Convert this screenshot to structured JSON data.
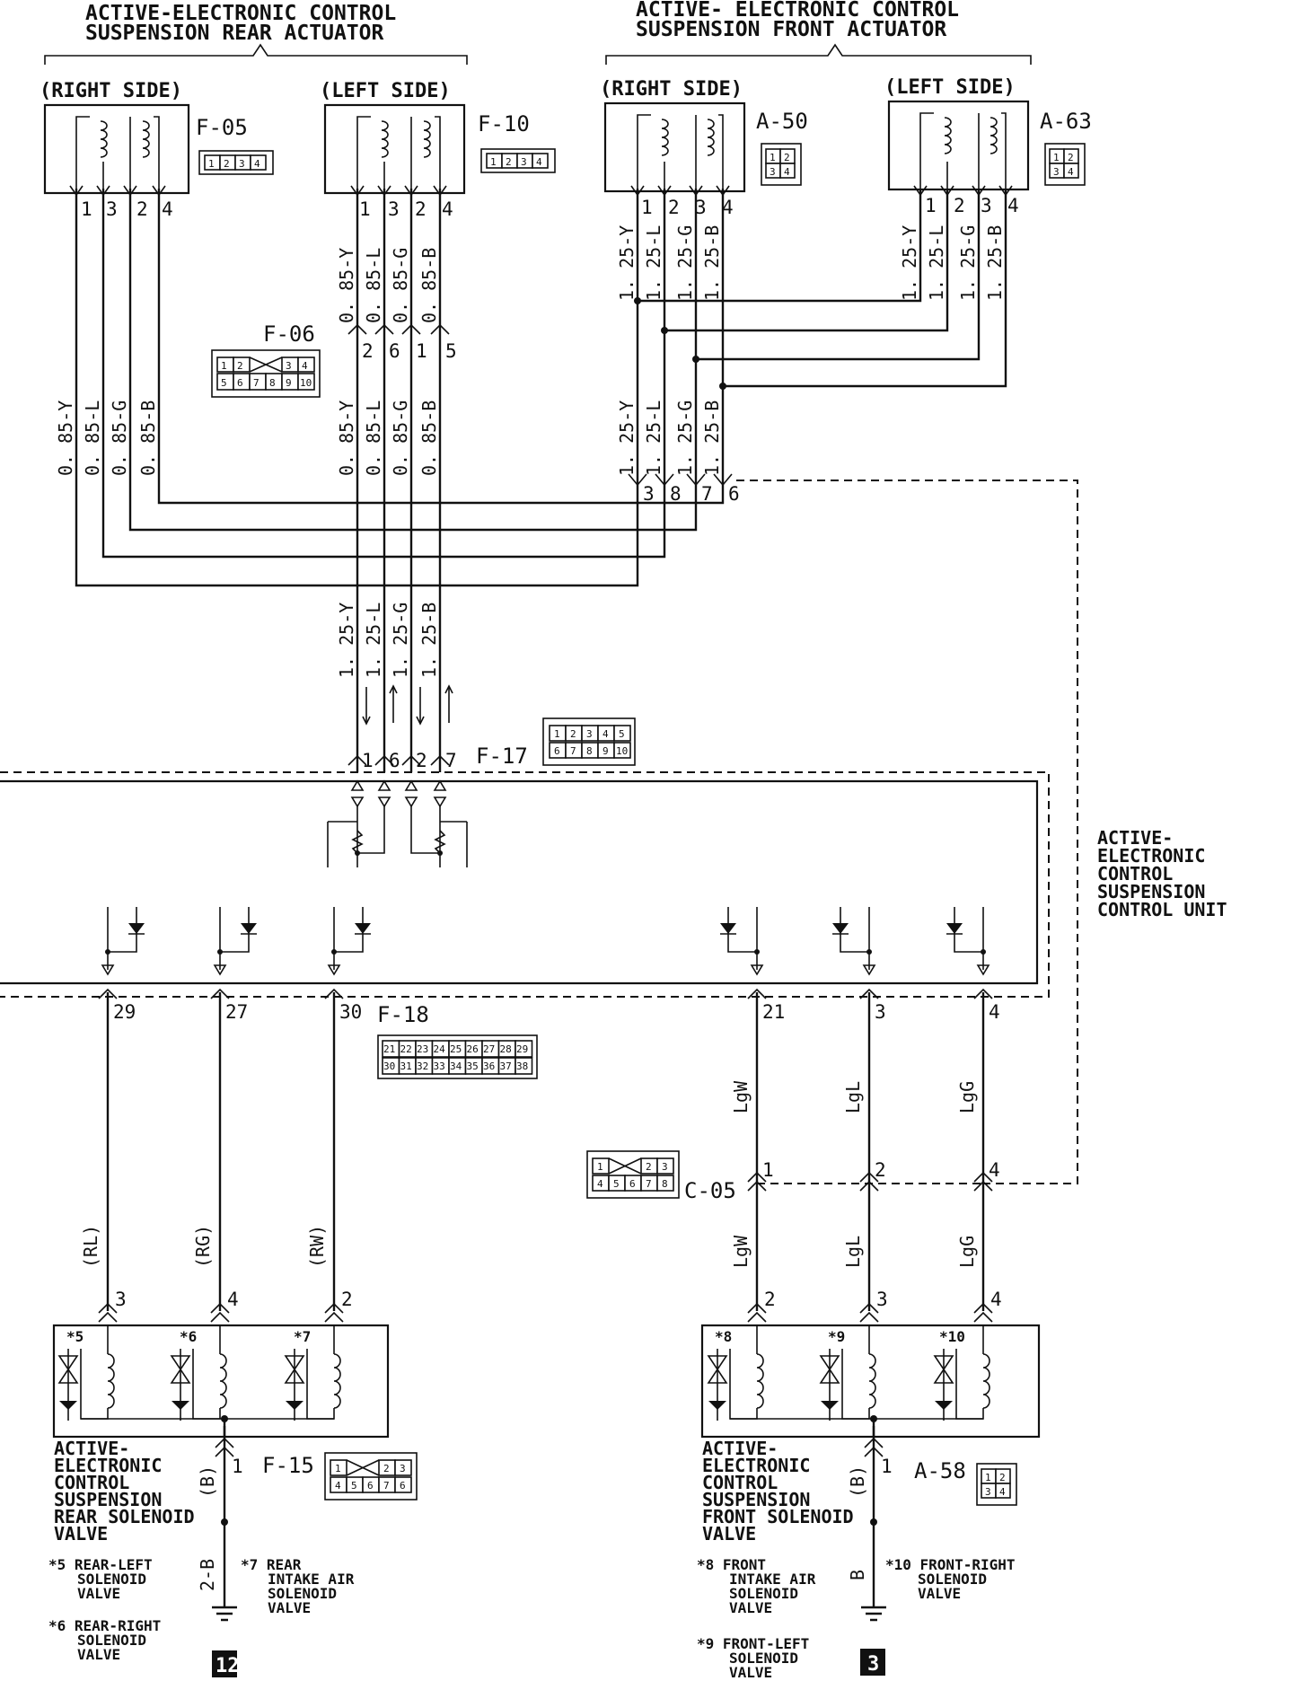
{
  "rear_actuator": {
    "title_1": "ACTIVE-ELECTRONIC CONTROL",
    "title_2": "SUSPENSION REAR ACTUATOR",
    "right": {
      "side": "(RIGHT SIDE)",
      "connector": "F-05",
      "pins": [
        "1",
        "3",
        "2",
        "4"
      ]
    },
    "left": {
      "side": "(LEFT SIDE)",
      "connector": "F-10",
      "pins": [
        "1",
        "3",
        "2",
        "4"
      ]
    }
  },
  "front_actuator": {
    "title_1": "ACTIVE- ELECTRONIC CONTROL",
    "title_2": "SUSPENSION FRONT ACTUATOR",
    "right": {
      "side": "(RIGHT SIDE)",
      "connector": "A-50",
      "pins": [
        "1",
        "2",
        "3",
        "4"
      ]
    },
    "left": {
      "side": "(LEFT SIDE)",
      "connector": "A-63",
      "pins": [
        "1",
        "2",
        "3",
        "4"
      ]
    }
  },
  "connector_faces": {
    "four_row": [
      "1",
      "2",
      "3",
      "4"
    ],
    "quad": [
      "1",
      "2",
      "3",
      "4"
    ],
    "f06_top": [
      "1",
      "2",
      "3",
      "4"
    ],
    "f06_bottom": [
      "5",
      "6",
      "7",
      "8",
      "9",
      "10"
    ],
    "f17_top": [
      "1",
      "2",
      "3",
      "4",
      "5"
    ],
    "f17_bottom": [
      "6",
      "7",
      "8",
      "9",
      "10"
    ],
    "f18_top": [
      "21",
      "22",
      "23",
      "24",
      "25",
      "26",
      "27",
      "28",
      "29"
    ],
    "f18_bottom": [
      "30",
      "31",
      "32",
      "33",
      "34",
      "35",
      "36",
      "37",
      "38"
    ],
    "c05_top": [
      "1",
      "2",
      "3"
    ],
    "c05_bottom": [
      "4",
      "5",
      "6",
      "7",
      "8"
    ],
    "f15_top": [
      "1",
      "2",
      "3"
    ],
    "f15_bottom": [
      "4",
      "5",
      "6",
      "7",
      "6"
    ]
  },
  "wires": {
    "rear_right": [
      "0. 85-Y",
      "0. 85-L",
      "0. 85-G",
      "0. 85-B"
    ],
    "rear_left_upper": [
      "0. 85-Y",
      "0. 85-L",
      "0. 85-G",
      "0. 85-B"
    ],
    "rear_left_lower": [
      "0. 85-Y",
      "0. 85-L",
      "0. 85-G",
      "0. 85-B"
    ],
    "front_right_upper": [
      "1. 25-Y",
      "1. 25-L",
      "1. 25-G",
      "1. 25-B"
    ],
    "front_left": [
      "1. 25-Y",
      "1. 25-L",
      "1. 25-G",
      "1. 25-B"
    ],
    "front_merged": [
      "1. 25-Y",
      "1. 25-L",
      "1. 25-G",
      "1. 25-B"
    ],
    "to_f17": [
      "1. 25-Y",
      "1. 25-L",
      "1. 25-G",
      "1. 25-B"
    ]
  },
  "f06": {
    "connector": "F-06",
    "pins": [
      "2",
      "6",
      "1",
      "5"
    ]
  },
  "junction_pins": [
    "3",
    "8",
    "7",
    "6"
  ],
  "f17": {
    "connector": "F-17",
    "pins": [
      "1",
      "6",
      "2",
      "7"
    ]
  },
  "control_unit": [
    "ACTIVE-",
    "ELECTRONIC",
    "CONTROL",
    "SUSPENSION",
    "CONTROL UNIT"
  ],
  "f18": {
    "connector": "F-18",
    "rear_pins": [
      "29",
      "27",
      "30"
    ],
    "front_pins": [
      "21",
      "3",
      "4"
    ]
  },
  "front_wire_colors_upper": [
    "LgW",
    "LgL",
    "LgG"
  ],
  "front_wire_colors_lower": [
    "LgW",
    "LgL",
    "LgG"
  ],
  "c05": {
    "connector": "C-05",
    "pins": [
      "1",
      "2",
      "4"
    ]
  },
  "rear_valve_colors": [
    "(RL)",
    "(RG)",
    "(RW)"
  ],
  "rear_valve_pins": [
    "3",
    "4",
    "2"
  ],
  "front_valve_pins": [
    "2",
    "3",
    "4"
  ],
  "rear_valve_marks": [
    "*5",
    "*6",
    "*7"
  ],
  "front_valve_marks": [
    "*8",
    "*9",
    "*10"
  ],
  "rear_solenoid": {
    "title": [
      "ACTIVE-",
      "ELECTRONIC",
      "CONTROL",
      "SUSPENSION",
      "REAR SOLENOID",
      "VALVE"
    ],
    "pin": "1",
    "connector": "F-15",
    "color": "(B)",
    "wire": "2-B",
    "ground": "12",
    "note5": [
      "*5 REAR-LEFT",
      "SOLENOID",
      "VALVE"
    ],
    "note6": [
      "*6 REAR-RIGHT",
      "SOLENOID",
      "VALVE"
    ],
    "note7": [
      "*7 REAR",
      "INTAKE AIR",
      "SOLENOID",
      "VALVE"
    ]
  },
  "front_solenoid": {
    "title": [
      "ACTIVE-",
      "ELECTRONIC",
      "CONTROL",
      "SUSPENSION",
      "FRONT SOLENOID",
      "VALVE"
    ],
    "pin": "1",
    "connector": "A-58",
    "color": "(B)",
    "wire": "B",
    "ground": "3",
    "note8": [
      "*8 FRONT",
      "INTAKE AIR",
      "SOLENOID",
      "VALVE"
    ],
    "note9": [
      "*9 FRONT-LEFT",
      "SOLENOID",
      "VALVE"
    ],
    "note10": [
      "*10 FRONT-RIGHT",
      "SOLENOID",
      "VALVE"
    ]
  }
}
